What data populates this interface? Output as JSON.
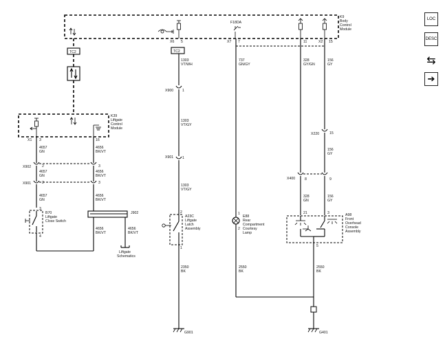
{
  "nav_buttons": {
    "loc_label": "LOC",
    "desc_label": "DESC",
    "swap_glyph": "⇆",
    "next_glyph": "➔"
  },
  "modules": {
    "k9_id": "K9",
    "k9_line1": "Body",
    "k9_line2": "Control",
    "k9_line3": "Module",
    "k39_id": "K39",
    "k39_line1": "Liftgate",
    "k39_line2": "Control",
    "k39_line3": "Module"
  },
  "k9_pins": {
    "x6": "X6",
    "p5": "5",
    "x7": "X7",
    "p7": "7",
    "fuse": "F18DA",
    "p11": "11",
    "x2": "X2",
    "p15": "15"
  },
  "k39_pins": {
    "x1": "X1",
    "p3": "3",
    "p16": "16"
  },
  "tc2": "TC2",
  "connectors": {
    "x902": "X902",
    "x901": "X901",
    "x900": "X900",
    "x220": "X220",
    "x400": "X400",
    "j902": "J902"
  },
  "pin_numbers": {
    "a": "2",
    "b": "3",
    "c": "2",
    "d": "3",
    "e": "1",
    "f": "1",
    "g": "15",
    "h": "8",
    "i": "9",
    "j": "3",
    "k": "4",
    "l": "2",
    "m": "1",
    "n": "1",
    "o": "2",
    "p": "21",
    "q": "3",
    "r": "5"
  },
  "wires": {
    "w4657a": "4657",
    "w4657a_c": "GN",
    "w4656a": "4656",
    "w4656a_c": "BK/VT",
    "w4657b": "4657",
    "w4657b_c": "GN",
    "w4656b": "4656",
    "w4656b_c": "BK/VT",
    "w4656c": "4656",
    "w4656c_c": "BK/VT",
    "w4656d": "4656",
    "w4656d_c": "BK/VT",
    "w1303a": "1303",
    "w1303a_c": "VT/WH",
    "w1303b": "1303",
    "w1303b_c": "VT/GY",
    "w1303c": "1303",
    "w1303c_c": "VT/GY",
    "w737": "737",
    "w737_c": "GN/GY",
    "w328a": "328",
    "w328a_c": "GY/GN",
    "w328b": "328",
    "w328b_c": "GN",
    "w156a": "156",
    "w156a_c": "GY",
    "w156b": "156",
    "w156b_c": "GY",
    "w156c": "156",
    "w156c_c": "GY",
    "w2350": "2350",
    "w2350_c": "BK",
    "w2550a": "2550",
    "w2550a_c": "BK",
    "w2550b": "2550",
    "w2550b_c": "BK"
  },
  "components": {
    "b70_id": "B70",
    "b70_l1": "Liftgate",
    "b70_l2": "Close Switch",
    "a23c_id": "A23C",
    "a23c_l1": "Liftgate",
    "a23c_l2": "Latch",
    "a23c_l3": "Assembly",
    "e88_id": "E88",
    "e88_l1": "Rear",
    "e88_l2": "Compartment",
    "e88_l3": "Courtesy",
    "e88_l4": "Lamp",
    "a98_id": "A98",
    "a98_l1": "Front",
    "a98_l2": "Overhead",
    "a98_l3": "Console",
    "a98_l4": "Assembly",
    "ls_l1": "Liftgate",
    "ls_l2": "Schematics"
  },
  "grounds": {
    "g901": "G901",
    "g401": "G401"
  }
}
